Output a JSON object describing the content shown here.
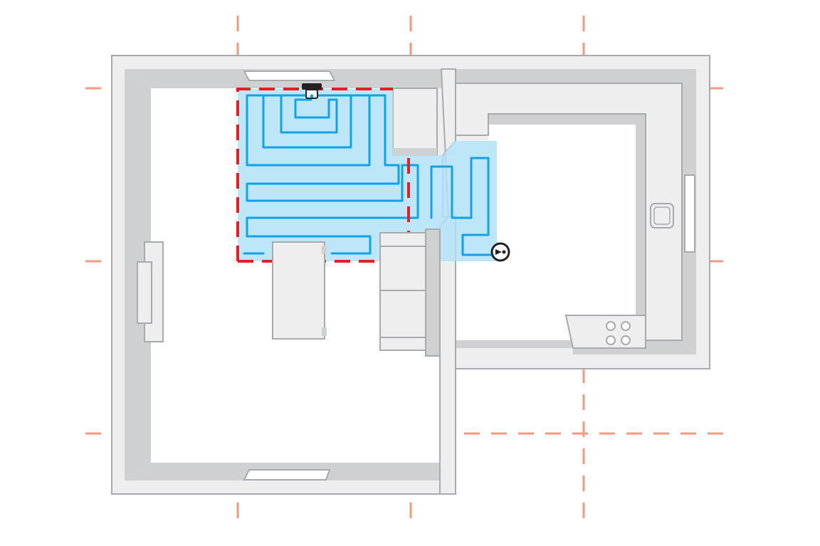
{
  "colors": {
    "background": "#ffffff",
    "wall_fill": "#eeeeef",
    "wall_inner": "#f7f7f8",
    "wall_stroke": "#a9aaad",
    "wall_shadow": "#cfd0d2",
    "floor": "#ffffff",
    "grid_line": "#f59a80",
    "cleaned_area": "#b3e2f8",
    "cleaning_path": "#11a3e4",
    "zone_boundary": "#e51e25",
    "robot": "#222222"
  },
  "grid": {
    "style": "dashed",
    "vertical_lines": 4,
    "horizontal_lines": 3
  },
  "rooms": [
    "left-room",
    "kitchen"
  ],
  "furniture": [
    "desk",
    "sofa",
    "tv-cabinet",
    "counter",
    "stove-top",
    "sink",
    "fridge"
  ],
  "robot_state": "cleaning",
  "icons": {
    "robot": "robot-vacuum-icon",
    "dock": "charging-dock-icon"
  }
}
